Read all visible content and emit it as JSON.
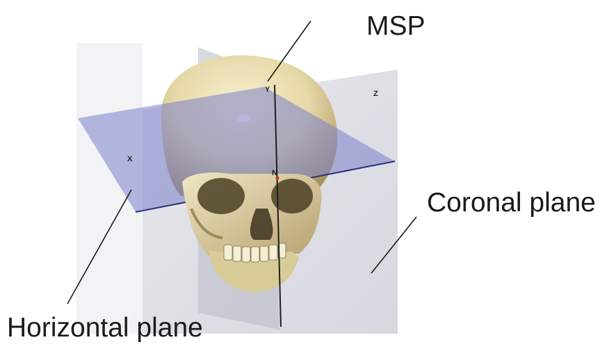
{
  "labels": {
    "msp": "MSP",
    "coronal": "Coronal plane",
    "horizontal": "Horizontal plane"
  },
  "axes": {
    "x": "X",
    "y": "Y",
    "z": "Z",
    "n": "N"
  },
  "colors": {
    "horizontal_plane": "#7a80c8",
    "coronal_plane": "#c9cbd6",
    "sagittal_plane": "#b9bbc4",
    "bone": "#e8dcb0",
    "bone_shadow": "#b9a775",
    "leader_line": "#1a1a1a"
  }
}
